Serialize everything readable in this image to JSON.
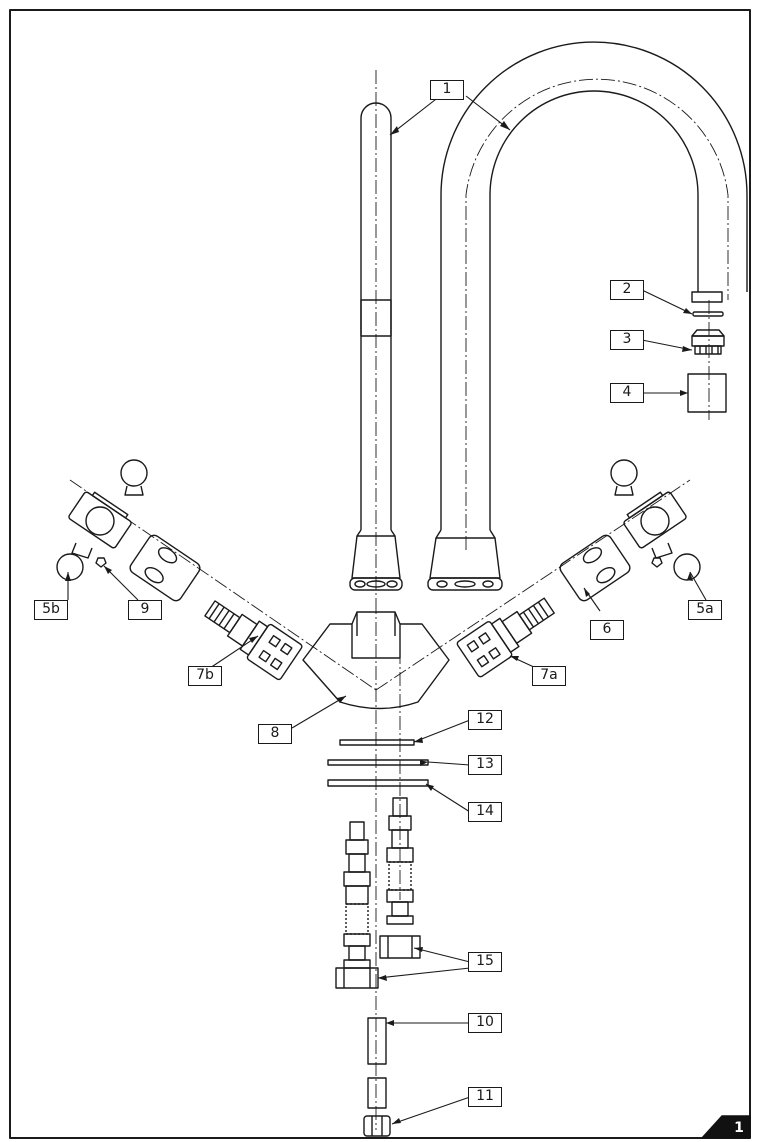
{
  "labels": {
    "l1": "1",
    "l2": "2",
    "l3": "3",
    "l4": "4",
    "l5a": "5a",
    "l5b": "5b",
    "l6": "6",
    "l7a": "7a",
    "l7b": "7b",
    "l8": "8",
    "l9": "9",
    "l10": "10",
    "l11": "11",
    "l12": "12",
    "l13": "13",
    "l14": "14",
    "l15": "15"
  },
  "page_number": "1",
  "colors": {
    "line": "#1a1a1a",
    "background": "#ffffff",
    "tab": "#111111"
  }
}
